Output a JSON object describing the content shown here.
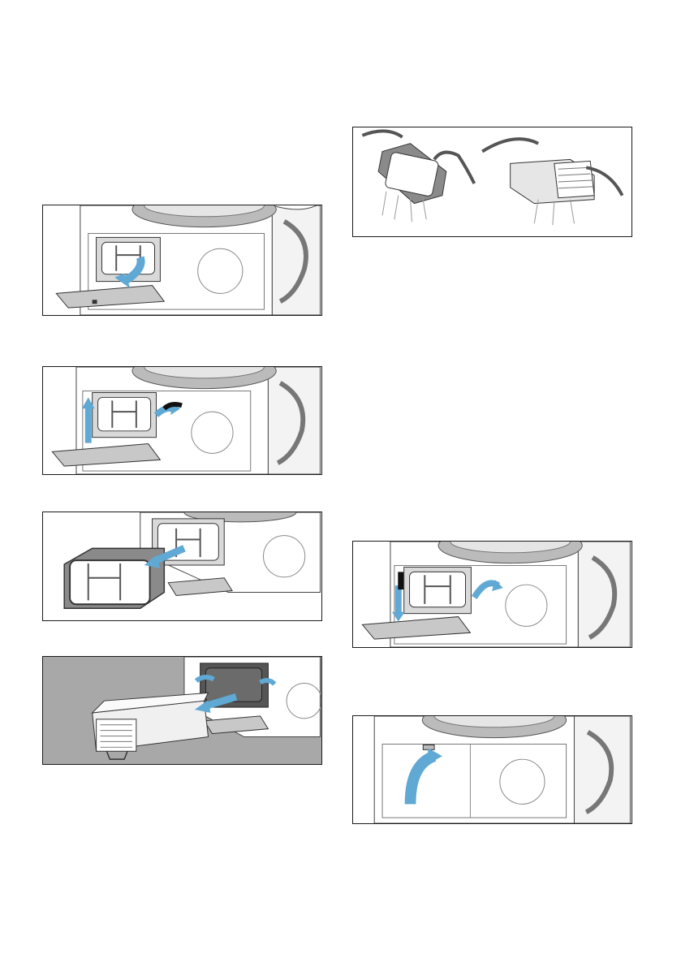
{
  "figures": [
    {
      "name": "step-open-flap"
    },
    {
      "name": "step-unlock-levers"
    },
    {
      "name": "step-pull-out-filter-frame"
    },
    {
      "name": "step-pull-out-heat-exchanger"
    },
    {
      "name": "step-rinse-heat-exchanger"
    },
    {
      "name": "step-lock-levers"
    },
    {
      "name": "step-close-flap"
    }
  ],
  "colors": {
    "arrow": "#5fa9d4",
    "outline": "#1a1a1a",
    "machine_body": "#ffffff",
    "panel_gray": "#a8a8a8",
    "frame_gray": "#8a8a8a"
  }
}
